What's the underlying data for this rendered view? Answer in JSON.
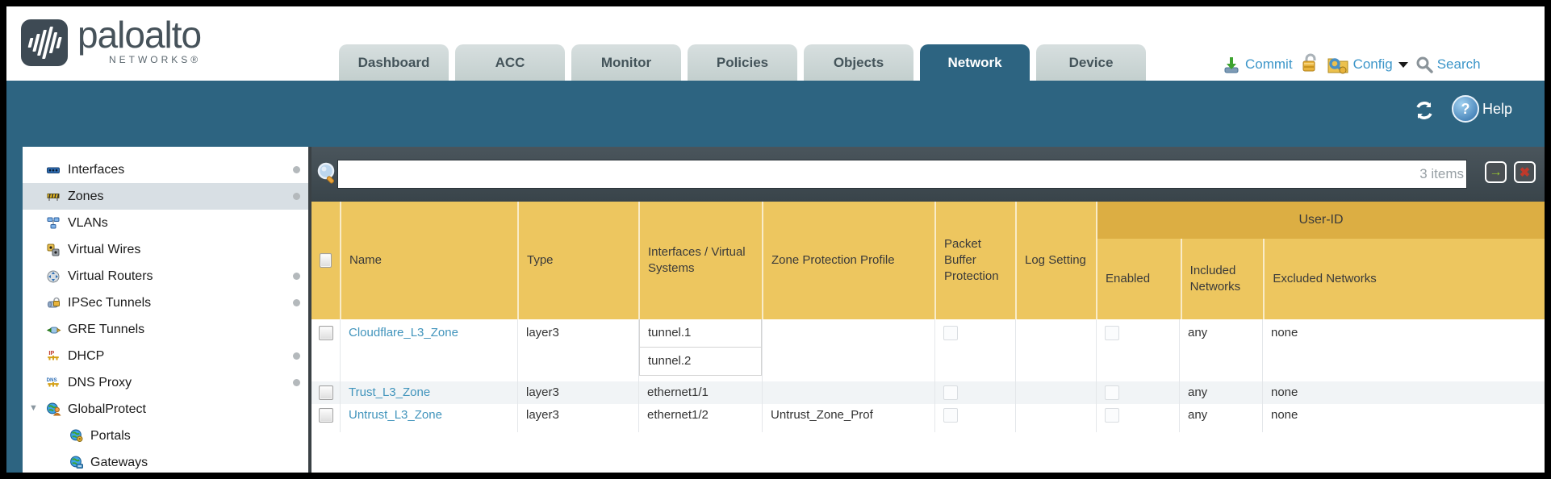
{
  "brand": {
    "name": "paloalto",
    "subtitle": "NETWORKS®"
  },
  "nav_tabs": [
    {
      "label": "Dashboard"
    },
    {
      "label": "ACC"
    },
    {
      "label": "Monitor"
    },
    {
      "label": "Policies"
    },
    {
      "label": "Objects"
    },
    {
      "label": "Network",
      "active": true
    },
    {
      "label": "Device"
    }
  ],
  "toolbar": {
    "commit": "Commit",
    "config": "Config",
    "search": "Search"
  },
  "titlebar": {
    "help": "Help"
  },
  "sidebar": {
    "items": [
      {
        "label": "Interfaces",
        "icon": "interfaces-icon",
        "dot": true
      },
      {
        "label": "Zones",
        "icon": "zones-icon",
        "dot": true,
        "selected": true
      },
      {
        "label": "VLANs",
        "icon": "vlans-icon"
      },
      {
        "label": "Virtual Wires",
        "icon": "virtual-wires-icon"
      },
      {
        "label": "Virtual Routers",
        "icon": "virtual-routers-icon",
        "dot": true
      },
      {
        "label": "IPSec Tunnels",
        "icon": "ipsec-tunnels-icon",
        "dot": true
      },
      {
        "label": "GRE Tunnels",
        "icon": "gre-tunnels-icon"
      },
      {
        "label": "DHCP",
        "icon": "dhcp-icon",
        "dot": true
      },
      {
        "label": "DNS Proxy",
        "icon": "dns-proxy-icon",
        "dot": true
      },
      {
        "label": "GlobalProtect",
        "icon": "globalprotect-icon",
        "expanded": true
      },
      {
        "label": "Portals",
        "icon": "portals-icon",
        "indent": true
      },
      {
        "label": "Gateways",
        "icon": "gateways-icon",
        "indent": true
      }
    ]
  },
  "filter": {
    "query": "",
    "items_count": "3 items"
  },
  "table": {
    "group_header": "User-ID",
    "columns": [
      "Name",
      "Type",
      "Interfaces / Virtual Systems",
      "Zone Protection Profile",
      "Packet Buffer Protection",
      "Log Setting",
      "Enabled",
      "Included Networks",
      "Excluded Networks"
    ],
    "rows": [
      {
        "name": "Cloudflare_L3_Zone",
        "type": "layer3",
        "interfaces": [
          "tunnel.1",
          "tunnel.2"
        ],
        "zone_protection_profile": "",
        "log_setting": "",
        "included_networks": "any",
        "excluded_networks": "none"
      },
      {
        "name": "Trust_L3_Zone",
        "type": "layer3",
        "interfaces": [
          "ethernet1/1"
        ],
        "zone_protection_profile": "",
        "log_setting": "",
        "included_networks": "any",
        "excluded_networks": "none"
      },
      {
        "name": "Untrust_L3_Zone",
        "type": "layer3",
        "interfaces": [
          "ethernet1/2"
        ],
        "zone_protection_profile": "Untrust_Zone_Prof",
        "log_setting": "",
        "included_networks": "any",
        "excluded_networks": "none"
      }
    ]
  },
  "colors": {
    "teal": "#2d6481",
    "header_gold": "#edc65f",
    "user_id_gold": "#dcae43",
    "link_blue": "#4194bc",
    "filter_charcoal": "#3f4a50"
  }
}
